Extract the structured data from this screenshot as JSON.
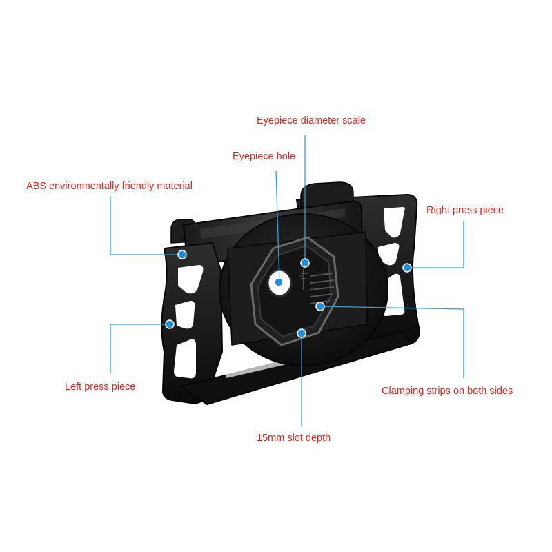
{
  "labels": {
    "eyepiece_diameter_scale": "Eyepiece diameter scale",
    "eyepiece_hole": "Eyepiece hole",
    "abs_material": "ABS environmentally friendly material",
    "right_press_piece": "Right press piece",
    "left_press_piece": "Left press piece",
    "clamping_strips": "Clamping strips on both sides",
    "slot_depth": "15mm slot depth"
  },
  "colors": {
    "label_text": "#e0241f",
    "leader_line": "#2aa0dd",
    "marker_dot": "#1f8fe0",
    "product_body": "#141414",
    "background": "#ffffff"
  },
  "scale_marks": "20"
}
